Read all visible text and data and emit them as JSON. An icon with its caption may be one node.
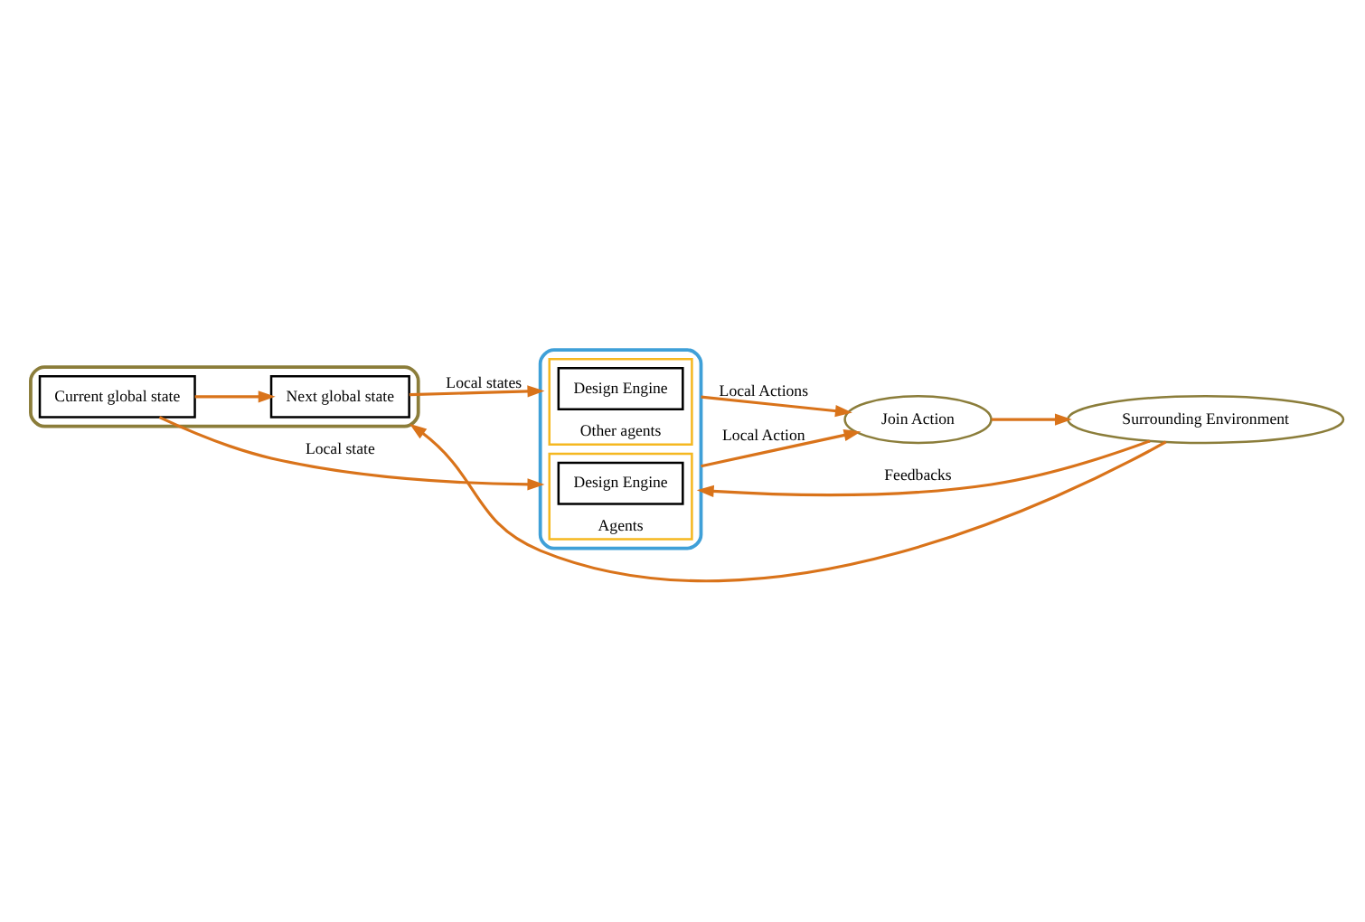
{
  "diagram": {
    "nodes": [
      {
        "text": [],
        "shape": "ellipse"
      },
      {
        "text": [
          "Next global state"
        ],
        "in": 0
      },
      {
        "text": [
          "Current global state"
        ],
        "in": 0
      },
      {
        "text": [],
        "shape": "box"
      },
      {
        "text": [
          "Other agents"
        ],
        "in": 3
      },
      {
        "text": [
          "Design Engine"
        ],
        "in": 4
      },
      {
        "text": [
          "Agents"
        ],
        "in": 3
      },
      {
        "text": [
          "Design Engine"
        ],
        "in": 6
      },
      {
        "text": [
          "Join Action"
        ]
      },
      {
        "text": [
          "Surrounding Environment"
        ]
      }
    ],
    "edges": [
      {
        "from": 2,
        "to": 1,
        "arrow": "to"
      },
      {
        "from": 1,
        "to": 3,
        "arrow": "to",
        "label": "Local states"
      },
      {
        "from": 2,
        "to": 3,
        "arrow": "to",
        "label": "Local state"
      },
      {
        "from": 3,
        "to": 8,
        "arrow": "to",
        "label": "Local Actions"
      },
      {
        "from": 3,
        "to": 8,
        "arrow": "to",
        "label": "Local Action"
      },
      {
        "from": 9,
        "to": 0,
        "arrow": "to"
      },
      {
        "from": 9,
        "to": 3,
        "arrow": "to",
        "label": "Feedbacks"
      },
      {
        "from": 8,
        "to": 9,
        "arrow": "to"
      }
    ]
  }
}
